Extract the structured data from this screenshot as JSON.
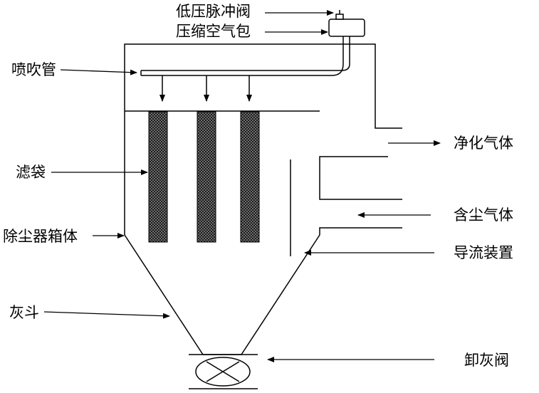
{
  "labels": {
    "pulse_valve": "低压脉冲阀",
    "air_tank": "压缩空气包",
    "blow_pipe": "喷吹管",
    "filter_bag": "滤袋",
    "housing": "除尘器箱体",
    "ash_hopper": "灰斗",
    "clean_gas": "净化气体",
    "dusty_gas": "含尘气体",
    "guide_device": "导流装置",
    "discharge_valve": "卸灰阀"
  },
  "colors": {
    "line": "#000000",
    "bag_fill": "#3a3a3a",
    "background": "#ffffff"
  }
}
